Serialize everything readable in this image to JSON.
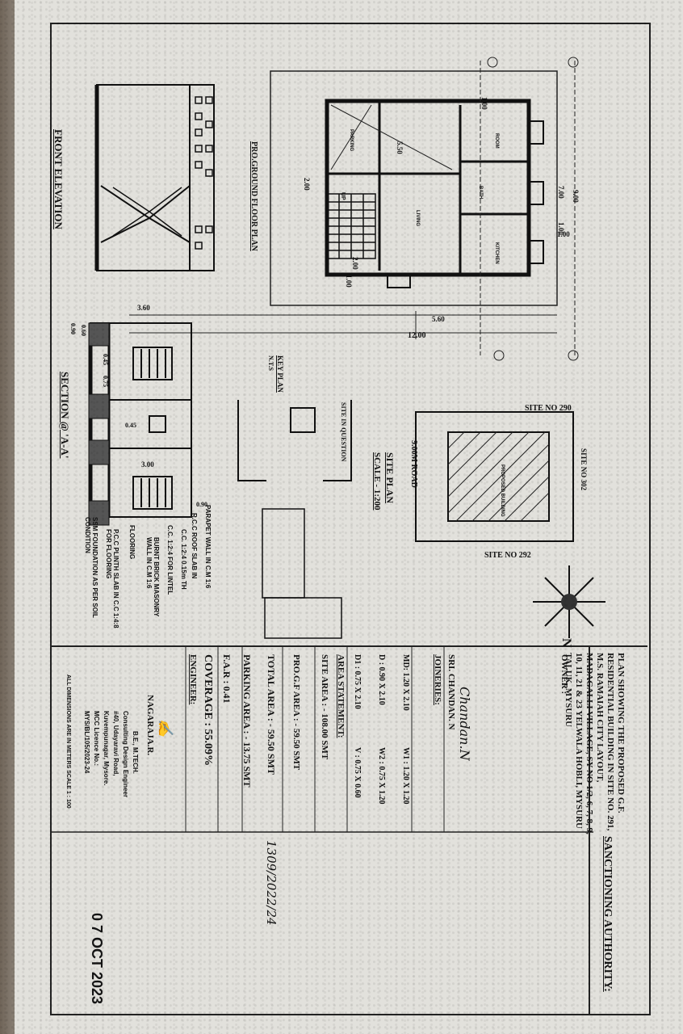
{
  "plan_title": "PLAN SHOWING THE PROPOSED G.F. RESIDENTIAL BUILDING IN SITE NO. 291, M.S. RAMAIAH CITY LAYOUT, MADAGALLI VILLAGE, SY NO 1/2, 6, 7, 8, 9, 10, 11, 21 & 23 YELWALA HOBLI, MYSURU TALUK, MYSURU",
  "owner": {
    "heading": "OWNER :",
    "signature": "Chandan.N",
    "name": "SRI. CHANDAN. N"
  },
  "joineries": {
    "heading": "JOINERIES:",
    "md": "MD: 1.20 X 2.10",
    "w1": "W1 : 1.20 X 1.20",
    "d": "D : 0.90 X 2.10",
    "w2": "W2 : 0.75 X 1.20",
    "d1": "D1 : 0.75 X 2.10",
    "v": "V : 0.75 X 0.60"
  },
  "area": {
    "heading": "AREA STATEMENT:",
    "site_area": "SITE AREA : - 108.00 SMT",
    "pro_gf": "PRO.G.F AREA : - 59.50 SMT",
    "total": "TOTAL AREA : - 59.50 SMT",
    "parking": "PARKING AREA : - 13.75 SMT",
    "far": "F.A.R : 0.41",
    "coverage": "COVERAGE : 55.09%"
  },
  "engineer": {
    "heading": "ENGINEER:",
    "name": "NAGARAJA.R.",
    "qual": "B.E., M.TECH.",
    "title": "Consulting Design Engineer",
    "addr1": "#40, Udayaravi Road,",
    "addr2": "Kuvempunagar, Mysore.",
    "licence": "MCC Licence No.:",
    "licence_no": "MYS/BL/105/2023-24",
    "note": "ALL DIMENSIONS ARE IN METERS  SCALE 1 : 100"
  },
  "sanction": {
    "heading": "SANCTIONING AUTHORITY:",
    "file_no": "1309/2022/24",
    "date_stamp": "0 7 OCT 2023"
  },
  "drawing_titles": {
    "front_elevation": "FRONT ELEVATION",
    "ground_plan": "PRO.GROUND FLOOR PLAN",
    "section": "SECTION @ 'A-A'",
    "key_plan": "KEY PLAN",
    "key_plan_scale": "N.T.S",
    "site_plan": "SITE PLAN",
    "site_plan_scale": "SCALE - 1:200",
    "site_in_question": "SITE IN QUESTION"
  },
  "site_plan": {
    "site_north": "SITE NO 290",
    "site_south": "SITE NO 292",
    "site_east": "SITE NO 302",
    "road": "9.00M ROAD",
    "proposed": "PROPOSED BUILDING"
  },
  "floor_plan": {
    "rooms": [
      "PARKING",
      "ROOM",
      "BATH",
      "LIVING",
      "KITCHEN",
      "UP"
    ],
    "dims": [
      "1.00",
      "7.00",
      "9.00",
      "1.00",
      "5.50",
      "2.00",
      "2.00",
      "1.00",
      "5.60",
      "12.00",
      "1.00"
    ]
  },
  "section_notes": [
    "PARAPET WALL IN C.M 1:6",
    "R.C.C ROOF SLAB IN",
    "C.C. 1:2:4 0.15m TH",
    "C.C. 1:2:4 FOR LINTEL",
    "BURNT BRICK MASONRY WALL IN C.M 1:6",
    "FLOORING",
    "P.C.C PLINTH SLAB IN C.C 1:4:8 FOR FLOORING",
    "SSM FOUNDATION AS PER SOIL CONDITION"
  ],
  "section_dims": [
    "3.60",
    "0.90",
    "0.45",
    "0.75",
    "0.60",
    "0.45",
    "3.00",
    "0.90"
  ],
  "north_label": "N"
}
